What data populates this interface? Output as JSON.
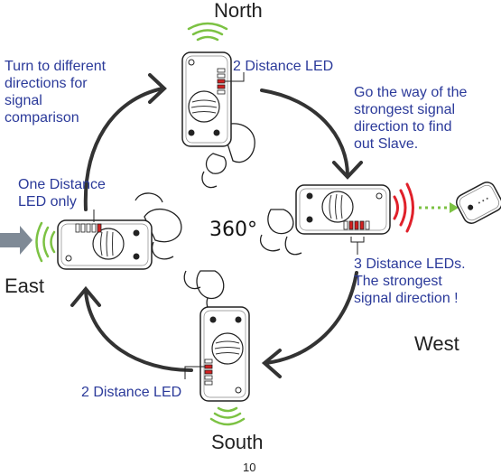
{
  "directions": {
    "north": "North",
    "south": "South",
    "east": "East",
    "west": "West"
  },
  "notes": {
    "turn": "Turn to different\ndirections for\nsignal\ncomparison",
    "north_led": "2 Distance LED",
    "go_way": "Go the way of the\nstrongest signal\ndirection to find\nout Slave.",
    "east_led": "One Distance\nLED only",
    "west_led": "3 Distance LEDs.\nThe strongest\nsignal direction !",
    "south_led": "2 Distance LED"
  },
  "rotation_label": "360°",
  "page_number": "10",
  "colors": {
    "note_text": "#2b3a9a",
    "arrow": "#333333",
    "led_on": "#d22020",
    "signal_green": "#7cc243",
    "signal_red": "#e0202a",
    "pointer": "#7f8a96"
  },
  "devices": [
    {
      "position": "north",
      "lit_leds": 2
    },
    {
      "position": "east",
      "lit_leds": 1
    },
    {
      "position": "west",
      "lit_leds": 3
    },
    {
      "position": "south",
      "lit_leds": 2
    }
  ]
}
